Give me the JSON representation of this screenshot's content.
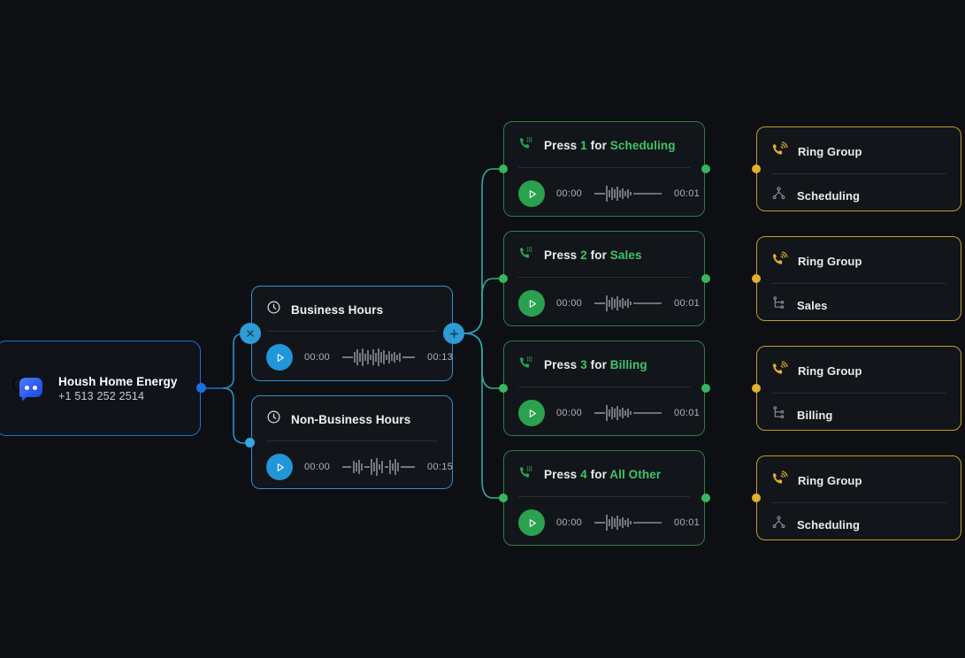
{
  "entry": {
    "name": "Housh Home Energy",
    "phone": "+1 513 252 2514",
    "icon": "chat-bubble-logo"
  },
  "time_conditions": [
    {
      "title": "Business Hours",
      "icon": "clock-icon",
      "player": {
        "current": "00:00",
        "duration": "00:13",
        "play_icon": "play-icon"
      }
    },
    {
      "title": "Non-Business Hours",
      "icon": "clock-icon",
      "player": {
        "current": "00:00",
        "duration": "00:15",
        "play_icon": "play-icon"
      }
    }
  ],
  "ivr_options": [
    {
      "prefix": "Press",
      "digit": "1",
      "middle": "for",
      "destination": "Scheduling",
      "icon": "phone-keypad-icon",
      "player": {
        "current": "00:00",
        "duration": "00:01",
        "play_icon": "play-icon"
      }
    },
    {
      "prefix": "Press",
      "digit": "2",
      "middle": "for",
      "destination": "Sales",
      "icon": "phone-keypad-icon",
      "player": {
        "current": "00:00",
        "duration": "00:01",
        "play_icon": "play-icon"
      }
    },
    {
      "prefix": "Press",
      "digit": "3",
      "middle": "for",
      "destination": "Billing",
      "icon": "phone-keypad-icon",
      "player": {
        "current": "00:00",
        "duration": "00:01",
        "play_icon": "play-icon"
      }
    },
    {
      "prefix": "Press",
      "digit": "4",
      "middle": "for",
      "destination": "All Other",
      "icon": "phone-keypad-icon",
      "player": {
        "current": "00:00",
        "duration": "00:01",
        "play_icon": "play-icon"
      }
    }
  ],
  "ring_groups": [
    {
      "title": "Ring Group",
      "icon": "ringing-phone-icon",
      "member": "Scheduling",
      "member_icon": "org-chart-down-icon"
    },
    {
      "title": "Ring Group",
      "icon": "ringing-phone-icon",
      "member": "Sales",
      "member_icon": "sitemap-branch-icon"
    },
    {
      "title": "Ring Group",
      "icon": "ringing-phone-icon",
      "member": "Billing",
      "member_icon": "sitemap-branch-icon"
    },
    {
      "title": "Ring Group",
      "icon": "ringing-phone-icon",
      "member": "Scheduling",
      "member_icon": "org-chart-down-icon"
    }
  ],
  "controls": {
    "remove_branch": "×",
    "add_branch": "+"
  },
  "colors": {
    "background": "#0d0f12",
    "blue": "#2e9ad6",
    "blue_entry": "#1f6fd4",
    "green": "#3ec46a",
    "green_border": "#2e7d43",
    "amber": "#c79a2b",
    "amber_dot": "#e0b02e",
    "card_bg": "#121519",
    "text": "#e9ecef",
    "muted": "#aeb4bb"
  }
}
